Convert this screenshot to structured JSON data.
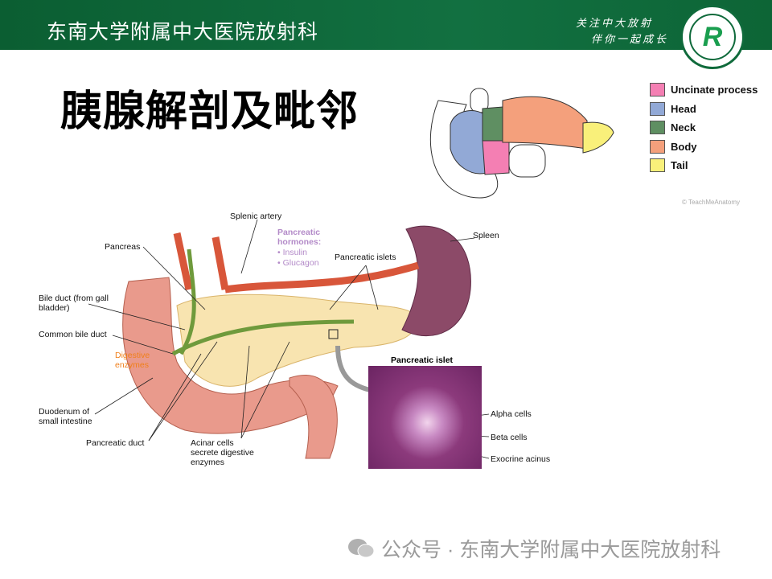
{
  "header": {
    "title": "东南大学附属中大医院放射科",
    "slogan_line1": "关注中大放射",
    "slogan_line2": "伴你一起成长",
    "logo_letter": "R"
  },
  "slide": {
    "title": "胰腺解剖及毗邻"
  },
  "legend": {
    "items": [
      {
        "label": "Uncinate process",
        "color": "#f47fb3"
      },
      {
        "label": "Head",
        "color": "#92a9d6"
      },
      {
        "label": "Neck",
        "color": "#5f8f62"
      },
      {
        "label": "Body",
        "color": "#f4a07c"
      },
      {
        "label": "Tail",
        "color": "#f9f07a"
      }
    ],
    "credit": "© TeachMeAnatomy"
  },
  "diagram": {
    "labels": {
      "splenic_artery": "Splenic artery",
      "pancreas": "Pancreas",
      "hormones_title": "Pancreatic hormones:",
      "insulin": "• Insulin",
      "glucagon": "• Glucagon",
      "islets": "Pancreatic islets",
      "spleen": "Spleen",
      "bile_duct": "Bile duct (from gall bladder)",
      "common_bile_duct": "Common bile duct",
      "digestive_enzymes": "Digestive enzymes",
      "duodenum": "Duodenum of small intestine",
      "pancreatic_duct": "Pancreatic duct",
      "acinar": "Acinar cells secrete digestive enzymes",
      "islet_title": "Pancreatic islet",
      "alpha": "Alpha cells",
      "beta": "Beta cells",
      "exocrine": "Exocrine acinus"
    }
  },
  "footer": {
    "text": "公众号 · 东南大学附属中大医院放射科"
  }
}
